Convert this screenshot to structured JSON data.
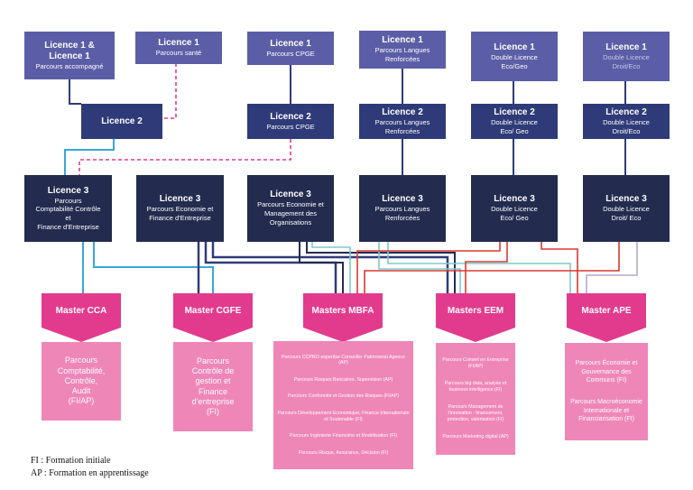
{
  "licences": {
    "l1_accomp": {
      "title": "Licence 1 & Licence 1",
      "lines": [
        "Parcours accompagné"
      ]
    },
    "l1_sante": {
      "title": "Licence 1",
      "lines": [
        "Parcours santé"
      ]
    },
    "l1_cpge": {
      "title": "Licence 1",
      "lines": [
        "Parcours CPGE"
      ]
    },
    "l1_langues": {
      "title": "Licence 1",
      "lines": [
        "Parcours Langues",
        "Renforcées"
      ]
    },
    "l1_ecogeo": {
      "title": "Licence 1",
      "lines": [
        "Double Licence",
        "Eco/Geo"
      ]
    },
    "l1_droiteco": {
      "title": "Licence 1",
      "lines": [
        "Double Licence",
        "Droit/Eco"
      ]
    },
    "l2_main": {
      "title": "Licence 2",
      "lines": []
    },
    "l2_cpge": {
      "title": "Licence 2",
      "lines": [
        "Parcours CPGE"
      ]
    },
    "l2_langues": {
      "title": "Licence 2",
      "lines": [
        "Parcours Langues",
        "Renforcées"
      ]
    },
    "l2_ecogeo": {
      "title": "Licence 2",
      "lines": [
        "Double Licence",
        "Eco/ Geo"
      ]
    },
    "l2_droiteco": {
      "title": "Licence 2",
      "lines": [
        "Double Licence",
        "Droit/Eco"
      ]
    },
    "l3_cca": {
      "title": "Licence 3",
      "lines": [
        "Parcours",
        "Comptabilité Contrôle",
        "et",
        "Finance d'Entreprise"
      ]
    },
    "l3_efe": {
      "title": "Licence 3",
      "lines": [
        "Parcours Economie et",
        "Finance d'Entreprise"
      ]
    },
    "l3_emo": {
      "title": "Licence 3",
      "lines": [
        "Parcours Economie et",
        "Management des",
        "Organisations"
      ]
    },
    "l3_langues": {
      "title": "Licence 3",
      "lines": [
        "Parcours Langues",
        "Renforcées"
      ]
    },
    "l3_ecogeo": {
      "title": "Licence 3",
      "lines": [
        "Double Licence",
        "Eco/ Geo"
      ]
    },
    "l3_droiteco": {
      "title": "Licence 3",
      "lines": [
        "Double Licence",
        "Droit/ Eco"
      ]
    }
  },
  "masters": {
    "cca": {
      "title": "Master CCA",
      "lines": [
        "Parcours",
        "Comptabilité,",
        "Contrôle,",
        "Audit",
        "(FI/AP)"
      ]
    },
    "cgfe": {
      "title": "Master CGFE",
      "lines": [
        "Parcours",
        "Contrôle de",
        "gestion et",
        "Finance",
        "d'entreprise",
        "(FI)"
      ]
    },
    "mbfa": {
      "title": "Masters MBFA",
      "lines": [
        "Parcours CCPRO expertise Conseiller Patrimonial Agence (AP)",
        "Parcours Risques Bancaires, Supervision (AP)",
        "Parcours Conformité et Gestion des Risques (FI/AP)",
        "Parcours Développement Economique, Finance Internationale et Soutenable (FI)",
        "Parcours Ingénierie Financière et Modélisation (FI)",
        "Parcours Risque, Assurance, Décision (FI)"
      ]
    },
    "eem": {
      "title": "Masters EEM",
      "lines": [
        "Parcours Conseil en Entreprise (FI/AP)",
        "Parcours big data, analyse et business intelligence (FI)",
        "Parcours Management de l'innovation : financement, protection, valorisation (FI)",
        "Parcours Marketing digital (AP)"
      ]
    },
    "ape": {
      "title": "Master APE",
      "lines": [
        "Parcours Économie et Gouvernance des Communs (FI)",
        "Parcours Macroéconomie Internationale et Financiarisation (FI)"
      ]
    }
  },
  "legend": {
    "fi": "FI : Formation initiale",
    "ap": "AP : Formation en apprentissage"
  },
  "colors": {
    "licence1": "#5b5ea6",
    "licence2": "#2f3b78",
    "licence3": "#232c4f",
    "master_header": "#e23b8e",
    "master_body": "#ef86b8",
    "link_dashed": "#e23b8e",
    "link_cyan": "#3aa6d8",
    "link_teal": "#7fc9c8",
    "link_red": "#d93a32",
    "link_lilac": "#b6a9d1"
  }
}
